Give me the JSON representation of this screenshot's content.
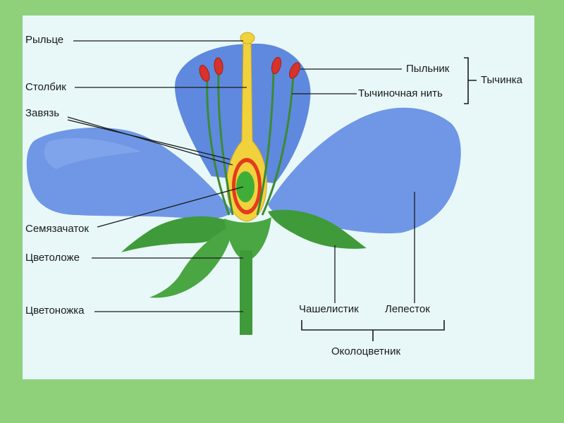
{
  "colors": {
    "background": "#8fd17b",
    "panel": "#e8f8f8",
    "petal": "#6f97e6",
    "leaf": "#3f9a3a",
    "style": "#f1d23c",
    "ovary_ring": "#e33b1f",
    "ovule": "#3fae38",
    "anther": "#d8322a",
    "line": "#1a1a1a"
  },
  "labels": {
    "stigma": "Рыльце",
    "style": "Столбик",
    "ovary": "Завязь",
    "ovule": "Семязачаток",
    "receptacle": "Цветоложе",
    "pedicel": "Цветоножка",
    "anther": "Пыльник",
    "filament": "Тычиночная нить",
    "stamen": "Тычинка",
    "sepal": "Чашелистик",
    "petal": "Лепесток",
    "perianth": "Околоцветник"
  }
}
